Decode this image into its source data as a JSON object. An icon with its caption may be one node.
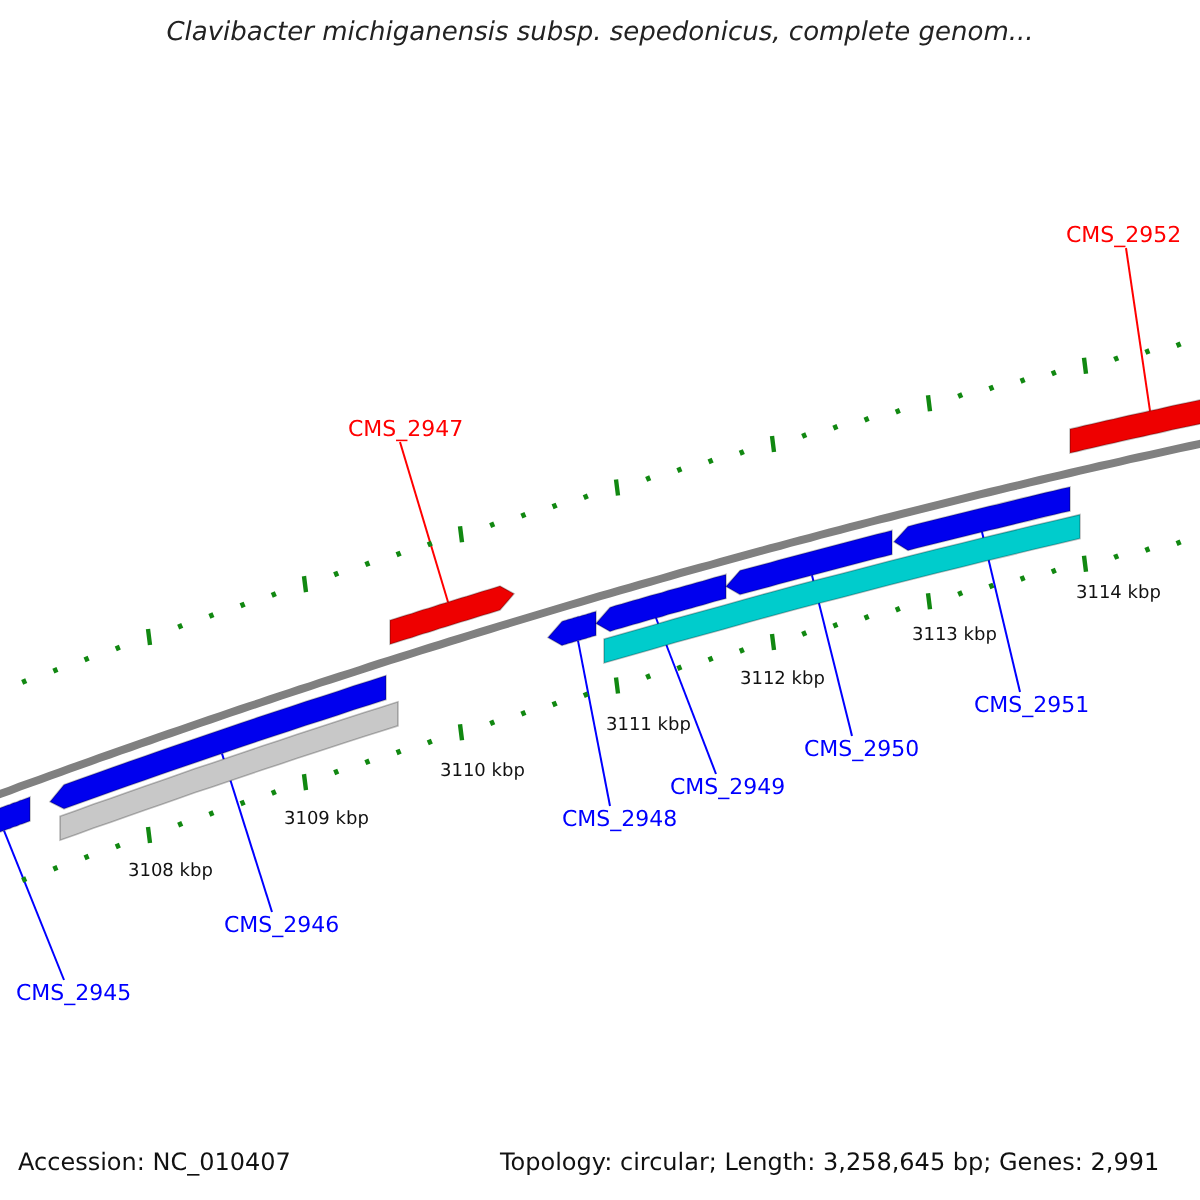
{
  "diagram": {
    "title": "Clavibacter michiganensis subsp. sepedonicus, complete genom...",
    "nodes": [
      {
        "text": [
          "CMS_2952"
        ]
      },
      {
        "text": [
          "CMS_2947"
        ]
      },
      {
        "text": [
          "CMS_2945"
        ]
      },
      {
        "text": [
          "CMS_2946"
        ]
      },
      {
        "text": [
          "CMS_2948"
        ]
      },
      {
        "text": [
          "CMS_2949"
        ]
      },
      {
        "text": [
          "CMS_2950"
        ]
      },
      {
        "text": [
          "CMS_2951"
        ]
      },
      {
        "text": [],
        "shape": "bar"
      },
      {
        "text": [],
        "shape": "bar"
      },
      {
        "text": [],
        "shape": "bar"
      },
      {
        "text": [],
        "shape": "bar"
      },
      {
        "text": [],
        "shape": "bar"
      },
      {
        "text": [],
        "shape": "bar"
      },
      {
        "text": [],
        "shape": "bar"
      },
      {
        "text": [],
        "shape": "bar"
      },
      {
        "text": [],
        "shape": "bar"
      },
      {
        "text": [],
        "shape": "bar"
      }
    ],
    "edges": [
      {
        "from": 0,
        "to": 17,
        "arrow": "none",
        "color": "#ff0000"
      },
      {
        "from": 1,
        "to": 11,
        "arrow": "none",
        "color": "#ff0000"
      },
      {
        "from": 2,
        "to": 8,
        "arrow": "none"
      },
      {
        "from": 3,
        "to": 9,
        "arrow": "none"
      },
      {
        "from": 4,
        "to": 12,
        "arrow": "none"
      },
      {
        "from": 5,
        "to": 13,
        "arrow": "none"
      },
      {
        "from": 6,
        "to": 14,
        "arrow": "none"
      },
      {
        "from": 7,
        "to": 15,
        "arrow": "none"
      }
    ],
    "labels": [
      "3114 kbp",
      "3113 kbp",
      "3112 kbp",
      "3111 kbp",
      "3110 kbp",
      "3109 kbp",
      "3108 kbp",
      "Accession: NC_010407",
      "Topology: circular; Length: 3,258,645 bp; Genes: 2,991"
    ]
  }
}
